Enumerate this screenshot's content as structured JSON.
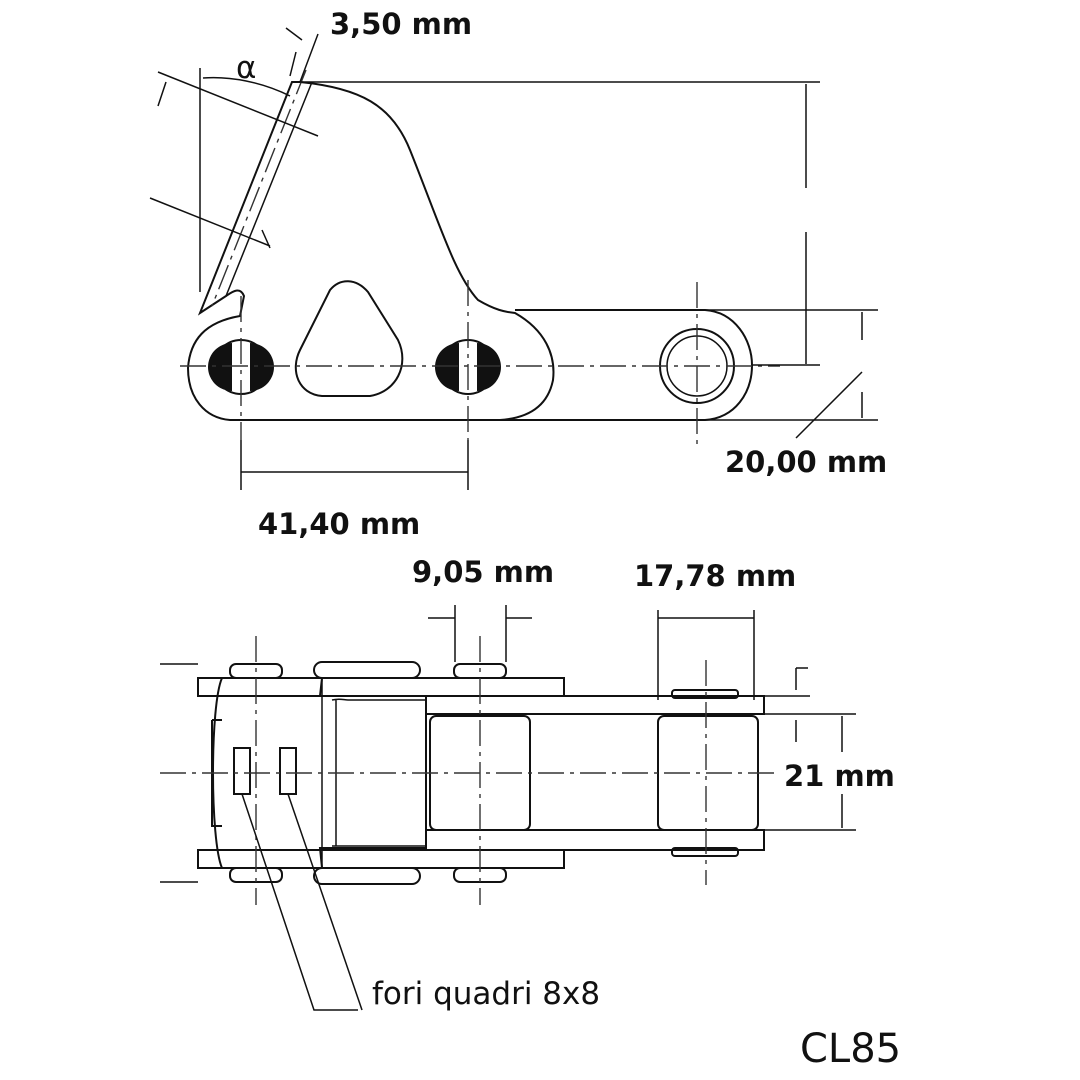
{
  "dimensions": {
    "thickness": "3,50 mm",
    "angle_symbol": "α",
    "height": "20,00 mm",
    "pitch": "41,40 mm",
    "pin_width": "9,05 mm",
    "roller_diameter": "17,78 mm",
    "inner_width": "21 mm"
  },
  "note": "fori quadri 8x8",
  "code": "CL85"
}
